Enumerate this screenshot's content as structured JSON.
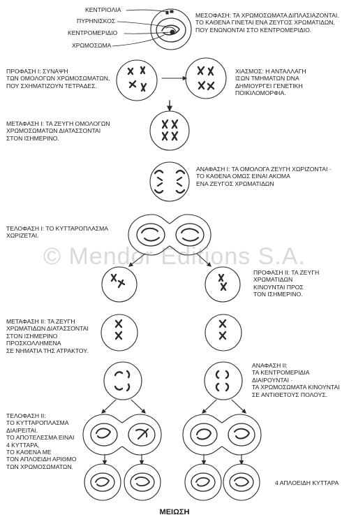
{
  "labels": {
    "centrioles": "ΚΕΝΤΡΙΟΛΙΑ",
    "nucleolus": "ΠΥΡΗΝΙΣΚΟΣ",
    "centromere": "ΚΕΝΤΡΟΜΕΡΙΔΙΟ",
    "chromosome": "ΧΡΩΜΟΣΩΜΑ"
  },
  "stages": {
    "interphase": "ΜΕΣΟΦΑΣΗ: ΤΑ ΧΡΩΜΟΣΩΜΑΤΑ ΔΙΠΛΑΣΙΑΖΟΝΤΑΙ.\nΤΟ ΚΑΘΕΝΑ ΓΙΝΕΤΑΙ ΕΝΑ ΖΕΥΓΟΣ ΧΡΩΜΑΤΙΔΩΝ,\nΠΟΥ ΕΝΩΝΟΝΤΑΙ ΣΤΟ ΚΕΝΤΡΟΜΕΡΙΔΙΟ.",
    "prophase1": "ΠΡΟΦΑΣΗ Ι: ΣΥΝΑΨΗ\nΤΩΝ ΟΜΟΛΟΓΩΝ ΧΡΩΜΟΣΩΜΑΤΩΝ,\nΠΟΥ ΣΧΗΜΑΤΙΖΟΥΝ ΤΕΤΡΑΔΕΣ.",
    "crossing_over": "ΧΙΑΣΜΟΣ: Η ΑΝΤΑΛΛΑΓΗ\nΙΣΩΝ ΤΜΗΜΑΤΩΝ DNA\nΔΗΜΙΟΥΡΓΕΙ ΓΕΝΕΤΙΚΗ\nΠΟΙΚΙΛΟΜΟΡΦΙΑ.",
    "metaphase1": "ΜΕΤΑΦΑΣΗ Ι: ΤΑ ΖΕΥΓΗ ΟΜΟΛΟΓΩΝ\nΧΡΩΜΟΣΩΜΑΤΩΝ ΔΙΑΤΑΣΣΟΝΤΑΙ\nΣΤΟΝ ΙΣΗΜΕΡΙΝΟ.",
    "anaphase1": "ΑΝΑΦΑΣΗ Ι: ΤΑ ΟΜΟΛΟΓΑ ΖΕΥΓΗ ΧΩΡΙΖΟΝΤΑΙ ·\nΤΟ ΚΑΘΕΝΑ ΟΜΩΣ ΕΙΝΑΙ ΑΚΟΜΑ\nΕΝΑ ΖΕΥΓΟΣ ΧΡΩΜΑΤΙΔΩΝ",
    "telophase1": "ΤΕΛΟΦΑΣΗ Ι: ΤΟ ΚΥΤΤΑΡΟΠΛΑΣΜΑ\nΧΩΡΙΖΕΤΑΙ.",
    "prophase2": "ΠΡΟΦΑΣΗ ΙΙ: ΤΑ ΖΕΥΓΗ\nΧΡΩΜΑΤΙΔΩΝ\nΚΙΝΟΥΝΤΑΙ ΠΡΟΣ\nΤΟΝ ΙΣΗΜΕΡΙΝΟ.",
    "metaphase2": "ΜΕΤΑΦΑΣΗ ΙΙ: ΤΑ ΖΕΥΓΗ\nΧΡΩΜΑΤΙΔΩΝ ΔΙΑΤΑΣΣΟΝΤΑΙ\nΣΤΟΝ ΙΣΗΜΕΡΙΝΟ\nΠΡΟΣΚΟΛΛΗΜΕΝΑ\nΣΕ ΝΗΜΑΤΙΑ ΤΗΣ ΑΤΡΑΚΤΟΥ.",
    "anaphase2": "ΑΝΑΦΑΣΗ ΙΙ:\nΤΑ ΚΕΝΤΡΟΜΕΡΙΔΙΑ\nΔΙΑΙΡΟΥΝΤΑΙ ·\nΤΑ ΧΡΩΜΟΣΩΜΑΤΑ ΚΙΝΟΥΝΤΑΙ\nΣΕ ΑΝΤΙΘΕΤΟΥΣ ΠΟΛΟΥΣ.",
    "telophase2": "ΤΕΛΟΦΑΣΗ ΙΙ:\nΤΟ ΚΥΤΤΑΡΟΠΛΑΣΜΑ\nΔΙΑΙΡΕΙΤΑΙ.\nΤΟ ΑΠΟΤΕΛΕΣΜΑ ΕΙΝΑΙ\n4 ΚΥΤΤΑΡΑ,\nΤΟ ΚΑΘΕΝΑ ΜΕ\nΤΟΝ ΑΠΛΟΕΙΔΗ ΑΡΙΘΜΟ\nΤΩΝ ΧΡΩΜΟΣΩΜΑΤΩΝ.",
    "result": "4 ΑΠΛΟΕΙΔΗ ΚΥΤΤΑΡΑ"
  },
  "title": "ΜΕΙΩΣΗ",
  "watermark": "© Mendor Editions S.A.",
  "colors": {
    "stroke": "#2a2a2a",
    "cell_fill": "#ffffff",
    "watermark": "#8c8c8c"
  }
}
